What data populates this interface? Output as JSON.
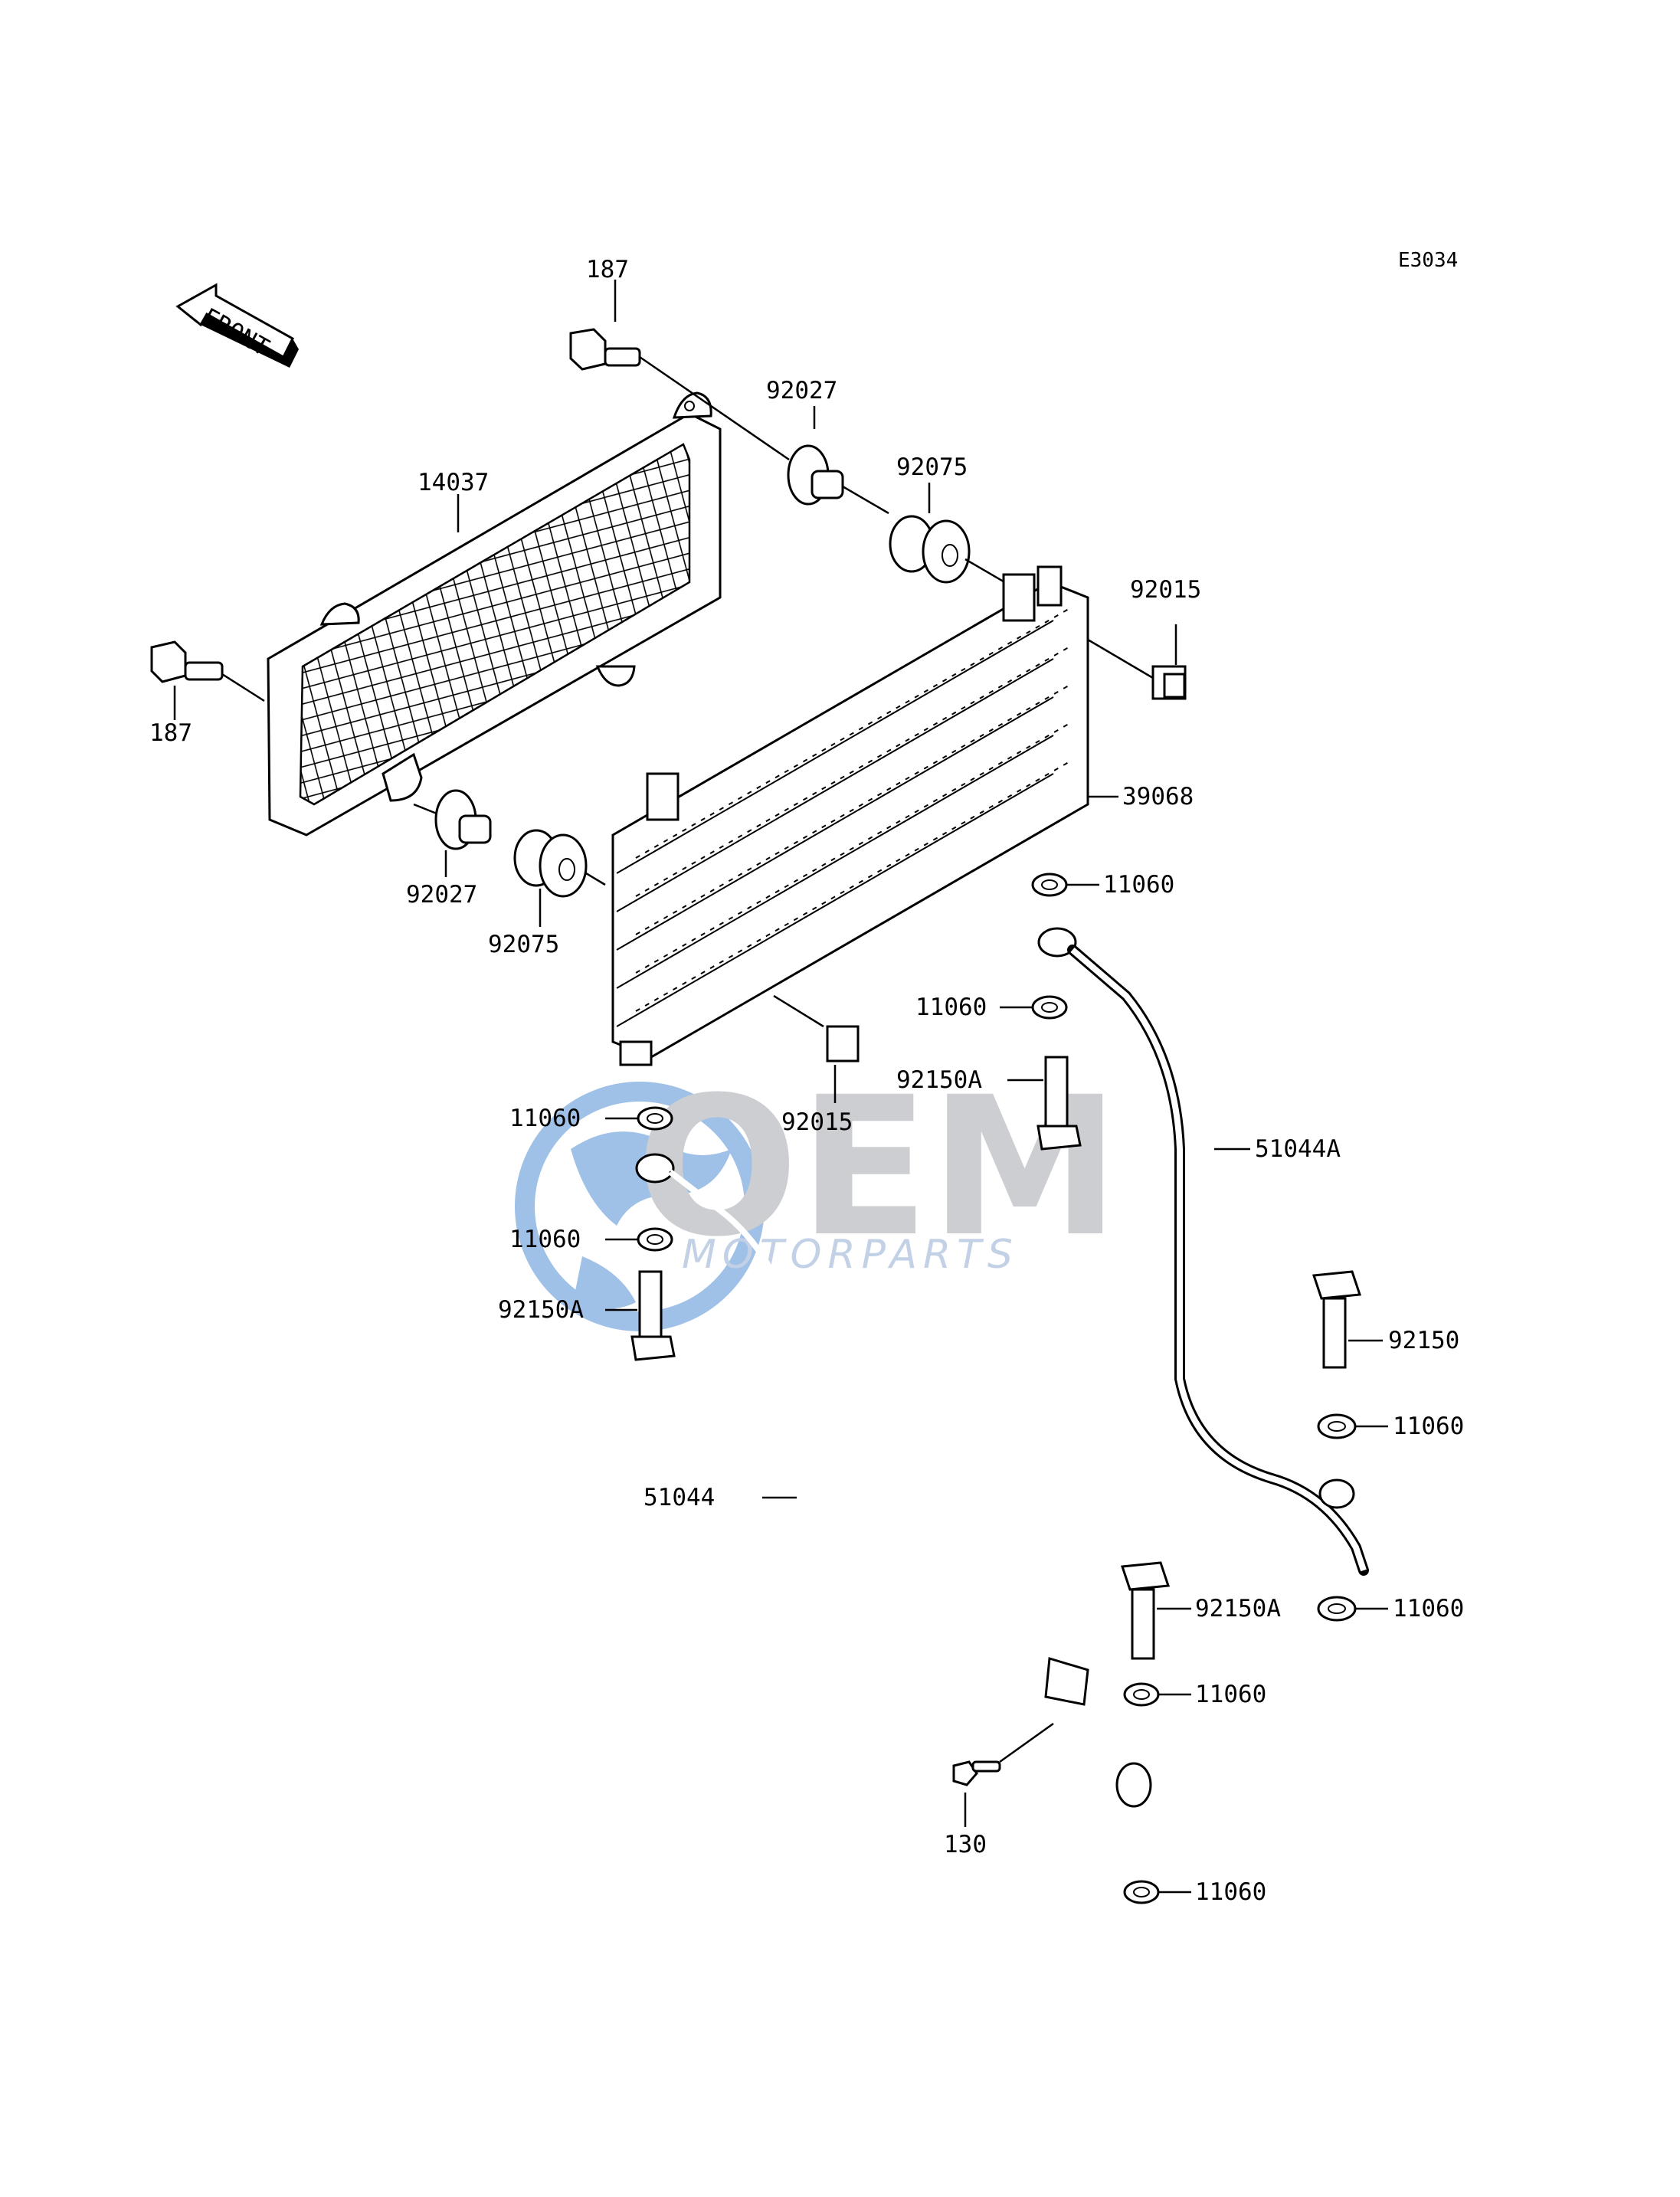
{
  "diagram": {
    "code": "E3034",
    "front_label": "FRONT",
    "watermark": {
      "brand": "OEM",
      "subtitle": "MOTORPARTS",
      "globe_color": "#8fb6e3",
      "text_color": "#c4c6c9"
    },
    "labels": {
      "bolt_top": "187",
      "bolt_left": "187",
      "grill": "14037",
      "collar_top": "92027",
      "grommet_top": "92075",
      "clip_top": "92015",
      "collar_bottom": "92027",
      "grommet_bottom": "92075",
      "oil_cooler": "39068",
      "washer_1": "11060",
      "washer_2": "11060",
      "bolt_92150a_1": "92150A",
      "clip_bottom": "92015",
      "washer_3": "11060",
      "washer_4": "11060",
      "bolt_92150a_2": "92150A",
      "hose_a": "51044A",
      "bolt_92150": "92150",
      "washer_5": "11060",
      "hose": "51044",
      "washer_6": "11060",
      "bolt_92150a_3": "92150A",
      "washer_7": "11060",
      "bolt_130": "130",
      "washer_8": "11060"
    }
  }
}
